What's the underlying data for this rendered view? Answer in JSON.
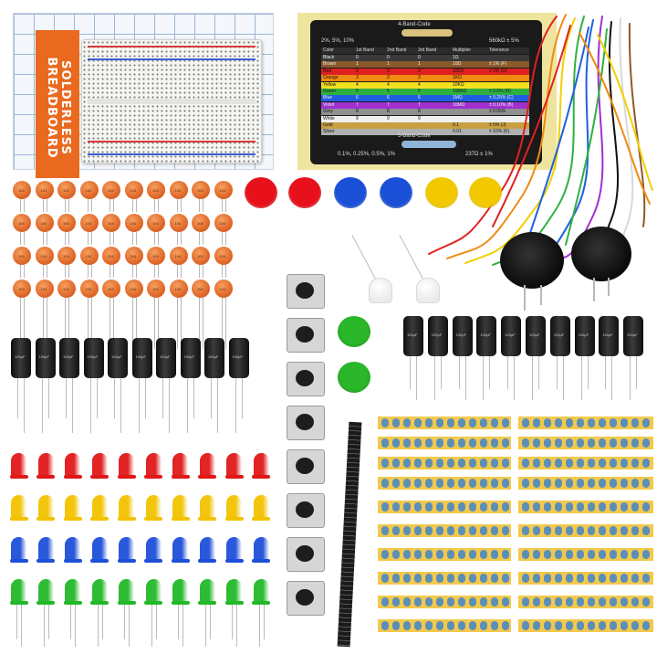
{
  "breadboard_card": {
    "brand_text": "SOLDERLESS BREADBOARD",
    "colors": {
      "card_strip": "#e96a1f",
      "grid_line": "#9bb7d8",
      "rail_red": "#d83a3a",
      "rail_blue": "#3a5fd8"
    }
  },
  "resistor_chart": {
    "title": "4-Band-Code",
    "subtitle_left": "2%, 5%, 10%",
    "subtitle_right": "560kΩ ± 5%",
    "headers": [
      "Color",
      "1st Band",
      "2nd Band",
      "3rd Band",
      "Multiplier",
      "Tolerance"
    ],
    "rows": [
      {
        "color": "Black",
        "b1": "0",
        "b2": "0",
        "b3": "0",
        "mult": "1Ω",
        "tol": "",
        "hex": "#3a3a3a"
      },
      {
        "color": "Brown",
        "b1": "1",
        "b2": "1",
        "b3": "1",
        "mult": "10Ω",
        "tol": "± 1%   (F)",
        "hex": "#8b5a2b"
      },
      {
        "color": "Red",
        "b1": "2",
        "b2": "2",
        "b3": "2",
        "mult": "100Ω",
        "tol": "± 2%   (G)",
        "hex": "#e02020"
      },
      {
        "color": "Orange",
        "b1": "3",
        "b2": "3",
        "b3": "3",
        "mult": "1KΩ",
        "tol": "",
        "hex": "#f08a10"
      },
      {
        "color": "Yellow",
        "b1": "4",
        "b2": "4",
        "b3": "4",
        "mult": "10KΩ",
        "tol": "",
        "hex": "#f5e020"
      },
      {
        "color": "Green",
        "b1": "5",
        "b2": "5",
        "b3": "5",
        "mult": "100KΩ",
        "tol": "± 0.5%  (D)",
        "hex": "#30b040"
      },
      {
        "color": "Blue",
        "b1": "6",
        "b2": "6",
        "b3": "6",
        "mult": "1MΩ",
        "tol": "± 0.25%  (C)",
        "hex": "#2060e0"
      },
      {
        "color": "Violet",
        "b1": "7",
        "b2": "7",
        "b3": "7",
        "mult": "10MΩ",
        "tol": "± 0.10%  (B)",
        "hex": "#a030d0"
      },
      {
        "color": "Grey",
        "b1": "8",
        "b2": "8",
        "b3": "8",
        "mult": "",
        "tol": "± 0.05%",
        "hex": "#909090"
      },
      {
        "color": "White",
        "b1": "9",
        "b2": "9",
        "b3": "9",
        "mult": "",
        "tol": "",
        "hex": "#f0f0f0"
      },
      {
        "color": "Gold",
        "b1": "",
        "b2": "",
        "b3": "",
        "mult": "0.1",
        "tol": "± 5%   (J)",
        "hex": "#c8a040"
      },
      {
        "color": "Silver",
        "b1": "",
        "b2": "",
        "b3": "",
        "mult": "0.01",
        "tol": "± 10%  (K)",
        "hex": "#b0b0b0"
      }
    ],
    "footer_title": "5-Band-Code",
    "footer_left": "0.1%, 0.25%, 0.5%, 1%",
    "footer_right": "237Ω ± 1%"
  },
  "capacitors": {
    "label": "104",
    "color": "#e0692a",
    "rows": 4,
    "cols": 10
  },
  "electrolytic": {
    "label": "100µF",
    "count": 10,
    "count_right": 10
  },
  "leds": {
    "colors": [
      "#e01818",
      "#f2c200",
      "#1e4fd8",
      "#22b828"
    ],
    "per_row": 10
  },
  "button_caps": {
    "colors": [
      "#e8101a",
      "#e8101a",
      "#1a4fd8",
      "#1a4fd8",
      "#f2c800",
      "#f2c800"
    ],
    "green_color": "#2ab82a"
  },
  "tact_switches": {
    "count": 8
  },
  "resistors": {
    "body_color": "#5c8fb8",
    "strip_color": "#f2c94c"
  }
}
